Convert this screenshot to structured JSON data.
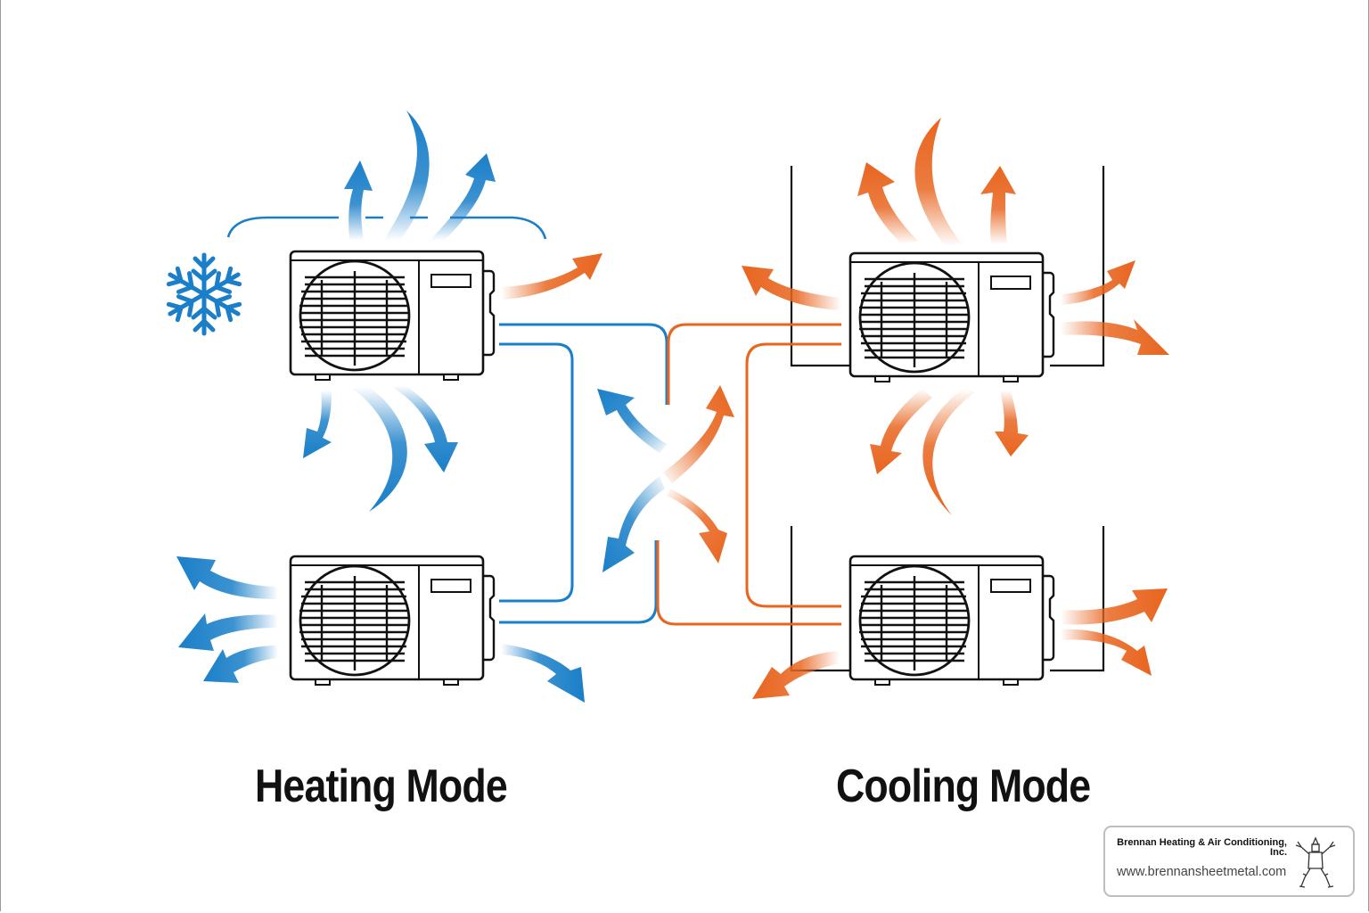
{
  "diagram": {
    "title_left": "Heating Mode",
    "title_right": "Cooling Mode",
    "colors": {
      "cold": "#1a7fc8",
      "hot": "#e8651f",
      "outline": "#111111",
      "background": "#ffffff"
    },
    "icons": {
      "snowflake": "snowflake-icon",
      "unit": "outdoor-ac-unit-icon",
      "reversing_arrows": "reversing-valve-arrows-icon",
      "mascot": "tin-man-mascot-icon"
    },
    "units": [
      {
        "mode": "heating",
        "position": "top-left",
        "airflow": "cold"
      },
      {
        "mode": "heating",
        "position": "bottom-left",
        "airflow": "cold"
      },
      {
        "mode": "cooling",
        "position": "top-right",
        "airflow": "hot"
      },
      {
        "mode": "cooling",
        "position": "bottom-right",
        "airflow": "hot"
      }
    ]
  },
  "brand": {
    "name": "Brennan Heating & Air Conditioning, Inc.",
    "url": "www.brennansheetmetal.com"
  }
}
